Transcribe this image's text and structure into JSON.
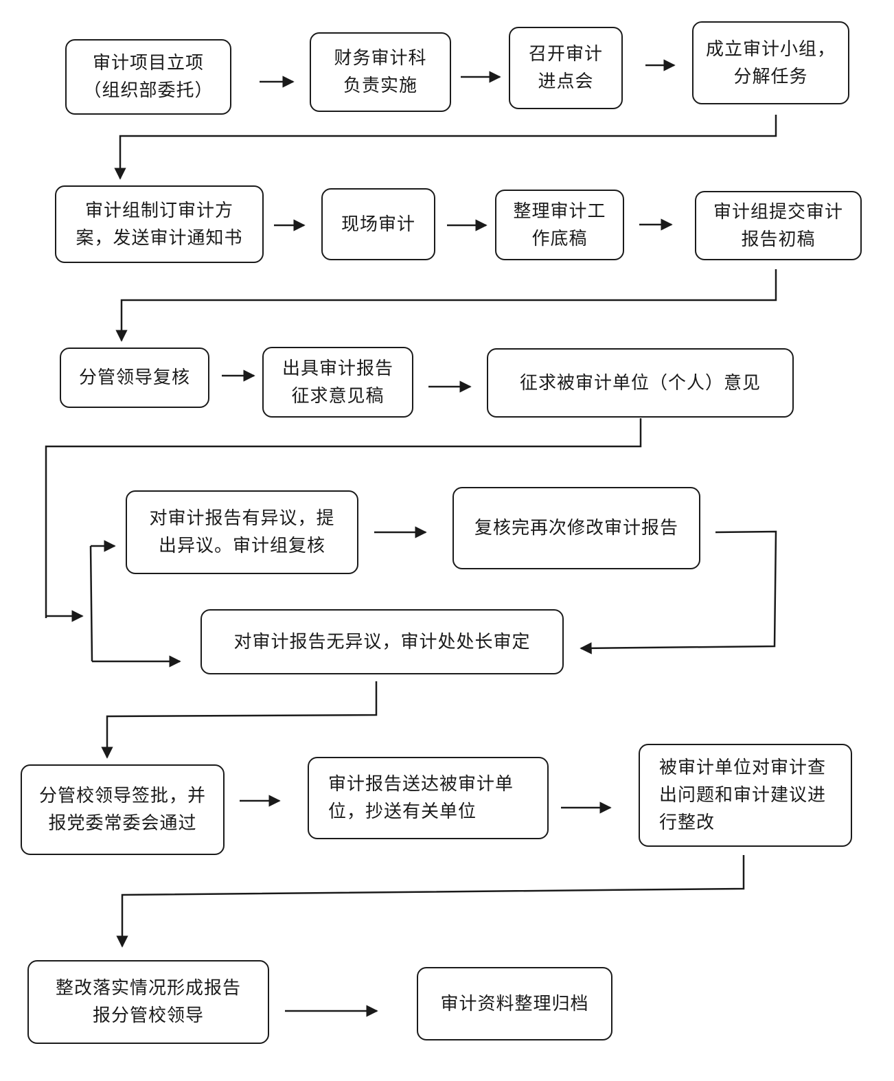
{
  "flowchart": {
    "steps": {
      "s1": {
        "lines": [
          "审计项目立项",
          "（组织部委托）"
        ]
      },
      "s2": {
        "lines": [
          "财务审计科",
          "负责实施"
        ]
      },
      "s3": {
        "lines": [
          "召开审计",
          "进点会"
        ]
      },
      "s4": {
        "lines": [
          "成立审计小组，",
          "分解任务"
        ]
      },
      "s5": {
        "lines": [
          "审计组制订审计方",
          "案，发送审计通知书"
        ]
      },
      "s6": {
        "lines": [
          "现场审计"
        ]
      },
      "s7": {
        "lines": [
          "整理审计工",
          "作底稿"
        ]
      },
      "s8": {
        "lines": [
          "审计组提交审计",
          "报告初稿"
        ]
      },
      "s9": {
        "lines": [
          "分管领导复核"
        ]
      },
      "s10": {
        "lines": [
          "出具审计报告",
          "征求意见稿"
        ]
      },
      "s11": {
        "lines": [
          "征求被审计单位（个人）意见"
        ]
      },
      "s12": {
        "lines": [
          "对审计报告有异议，提",
          "出异议。审计组复核"
        ]
      },
      "s13": {
        "lines": [
          "复核完再次修改审计报告"
        ]
      },
      "s14": {
        "lines": [
          "对审计报告无异议，审计处处长审定"
        ]
      },
      "s15": {
        "lines": [
          "分管校领导签批，并",
          "报党委常委会通过"
        ]
      },
      "s16": {
        "lines": [
          "审计报告送达被审计单",
          "位，抄送有关单位"
        ]
      },
      "s17": {
        "lines": [
          "被审计单位对审计查",
          "出问题和审计建议进",
          "行整改"
        ]
      },
      "s18": {
        "lines": [
          "整改落实情况形成报告",
          "报分管校领导"
        ]
      },
      "s19": {
        "lines": [
          "审计资料整理归档"
        ]
      }
    }
  }
}
